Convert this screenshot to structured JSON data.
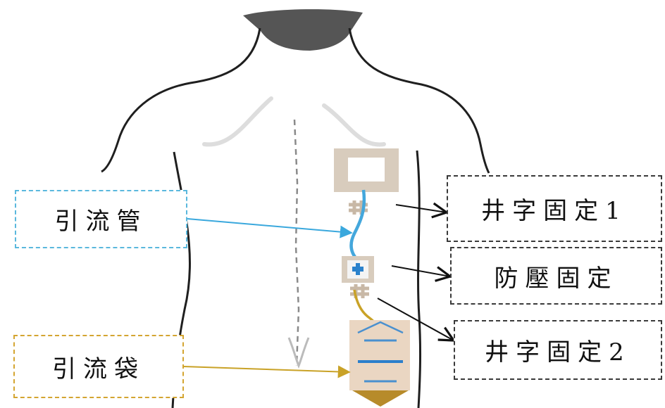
{
  "labels": {
    "drain_tube": "引流管",
    "drain_bag": "引流袋",
    "cross_fixation_1": "井字固定1",
    "pressure_fixation": "防壓固定",
    "cross_fixation_2": "井字固定2"
  },
  "colors": {
    "tube": "#44a7dc",
    "bag_line": "#c9a227",
    "pad": "#d8ccbd",
    "outline": "#1f1f1f"
  }
}
